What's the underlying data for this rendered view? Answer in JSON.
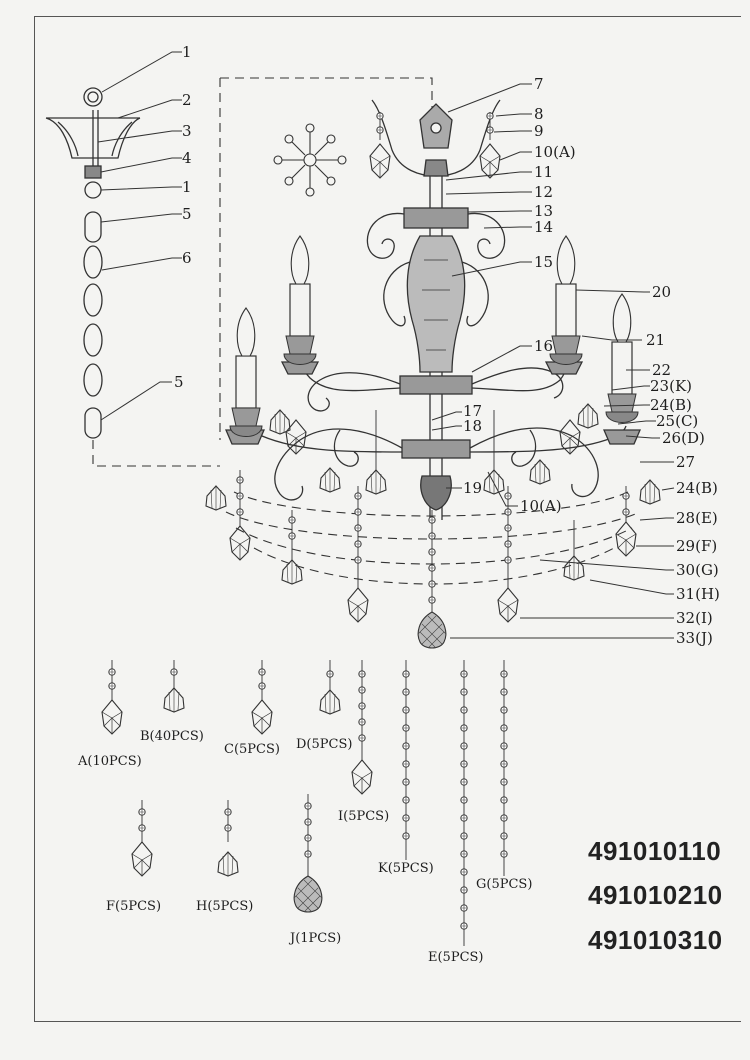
{
  "callouts": [
    "1",
    "2",
    "3",
    "4",
    "1",
    "5",
    "6",
    "5",
    "7",
    "8",
    "9",
    "10(A)",
    "11",
    "12",
    "13",
    "14",
    "15",
    "16",
    "17",
    "18",
    "19",
    "10(A)",
    "20",
    "21",
    "22",
    "23(K)",
    "24(B)",
    "25(C)",
    "26(D)",
    "27",
    "24(B)",
    "28(E)",
    "29(F)",
    "30(G)",
    "31(H)",
    "32(I)",
    "33(J)"
  ],
  "parts": {
    "A": "A(10PCS)",
    "B": "B(40PCS)",
    "C": "C(5PCS)",
    "D": "D(5PCS)",
    "I": "I(5PCS)",
    "K": "K(5PCS)",
    "E": "E(5PCS)",
    "G": "G(5PCS)",
    "F": "F(5PCS)",
    "H": "H(5PCS)",
    "J": "J(1PCS)"
  },
  "model_codes": [
    "491010110",
    "491010210",
    "491010310"
  ]
}
